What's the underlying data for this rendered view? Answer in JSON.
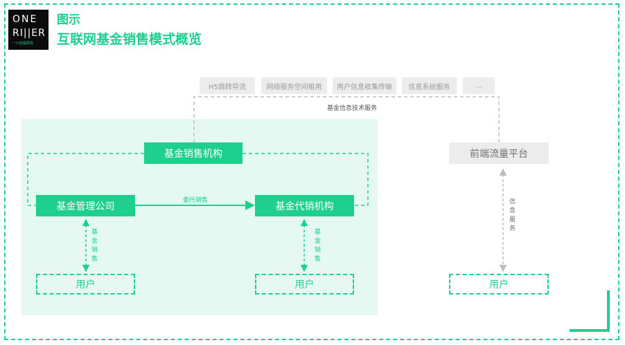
{
  "logo": {
    "line1": "ONE",
    "line2": "RI||ER",
    "line3": "一川创投研究"
  },
  "header": {
    "label": "图示",
    "title": "互联网基金销售模式概览"
  },
  "services": [
    "H5跳转导流",
    "网络服务空间租用",
    "用户信息收集传输",
    "信息系统服务",
    "..."
  ],
  "services_caption": "基金信息技术服务",
  "nodes": {
    "sales_org": "基金销售机构",
    "mgmt_company": "基金管理公司",
    "agency_org": "基金代销机构",
    "frontend_platform": "前端流量平台",
    "user": "用户"
  },
  "edges": {
    "consign_sales": "委托销售",
    "fund_sales": "基金销售",
    "info_service": "信息服务"
  },
  "colors": {
    "accent": "#1fcf8e",
    "panel": "#e6f8f2",
    "grey_box": "#ececec",
    "grey_line": "#bdbdbd"
  }
}
